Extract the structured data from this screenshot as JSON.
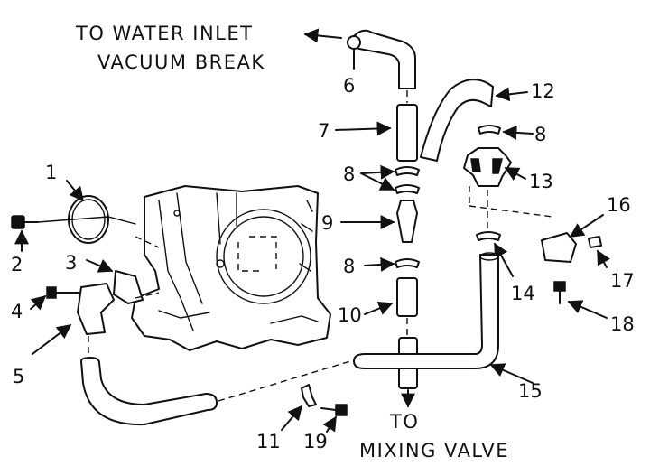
{
  "annotations": {
    "to_water_inlet": "TO WATER INLET",
    "vacuum_break": "VACUUM BREAK",
    "to": "TO",
    "mixing_valve": "MIXING VALVE"
  },
  "callouts": [
    "1",
    "2",
    "3",
    "4",
    "5",
    "6",
    "7",
    "8",
    "8",
    "8",
    "9",
    "10",
    "11",
    "12",
    "13",
    "14",
    "15",
    "16",
    "17",
    "18",
    "19"
  ]
}
